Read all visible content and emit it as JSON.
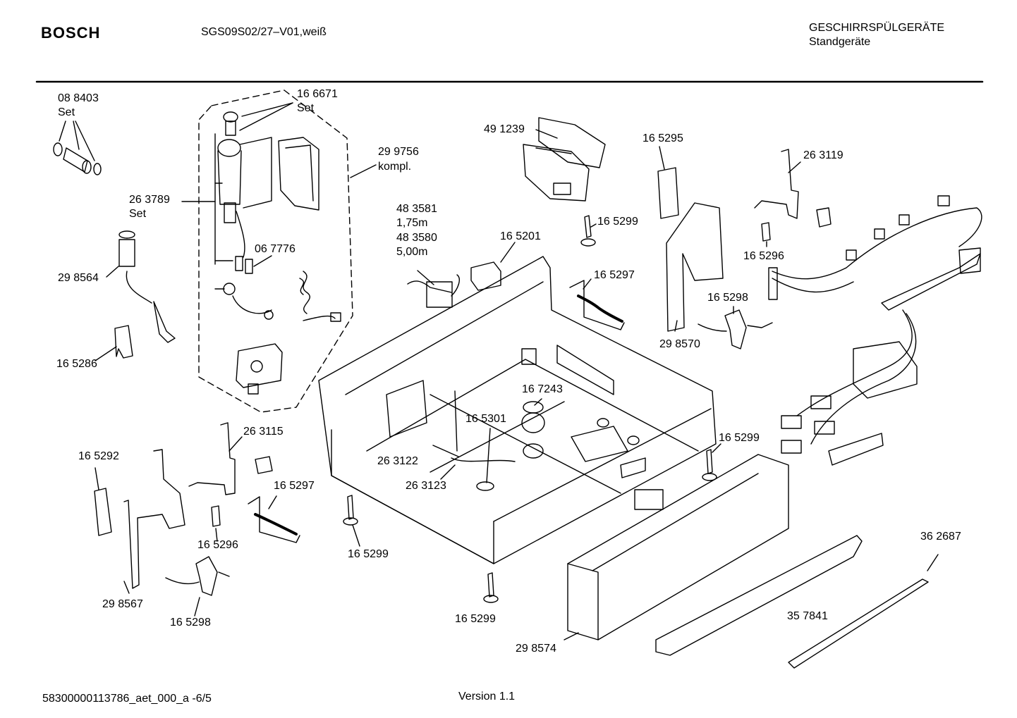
{
  "header": {
    "brand": "BOSCH",
    "model": "SGS09S02/27–V01,weiß",
    "category_line1": "GESCHIRRSPÜLGERÄTE",
    "category_line2": "Standgeräte"
  },
  "footer": {
    "doc_id": "58300000113786_aet_000_a  -6/5",
    "version": "Version 1.1"
  },
  "labels": {
    "l088403": "08 8403",
    "l088403s": "Set",
    "l166671": "16 6671",
    "l166671s": "Set",
    "l299756": "29 9756",
    "l299756s": "kompl.",
    "l263789": "26 3789",
    "l263789s": "Set",
    "l298564": "29 8564",
    "l165286": "16 5286",
    "l067776": "06 7776",
    "l491239": "49 1239",
    "l165295": "16 5295",
    "l263119": "26 3119",
    "l483581": "48 3581",
    "l175m": "1,75m",
    "l483580": "48 3580",
    "l500m": "5,00m",
    "l165201": "16 5201",
    "l165299a": "16 5299",
    "l165296a": "16 5296",
    "l165297a": "16 5297",
    "l165298a": "16 5298",
    "l298570": "29 8570",
    "l167243": "16 7243",
    "l165301": "16 5301",
    "l263115": "26 3115",
    "l165292": "16 5292",
    "l263122": "26 3122",
    "l263123": "26 3123",
    "l165297b": "16 5297",
    "l165296b": "16 5296",
    "l165299b": "16 5299",
    "l165299c": "16 5299",
    "l165299d": "16 5299",
    "l298567": "29 8567",
    "l165298b": "16 5298",
    "l362687": "36 2687",
    "l357841": "35 7841",
    "l298574": "29 8574"
  }
}
